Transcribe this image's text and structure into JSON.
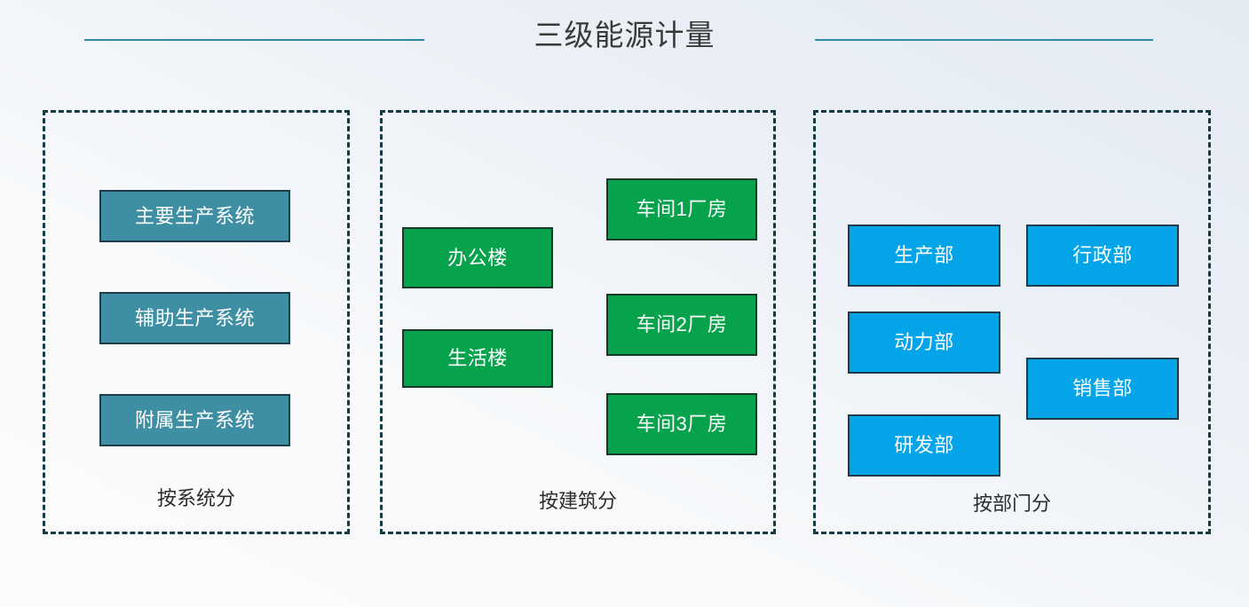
{
  "title": "三级能源计量",
  "theme": {
    "background_top_right": "#E5EBF3",
    "background_bottom_left": "#FCFCFD",
    "rule_color": "#3089A8",
    "panel_border_color": "#153A45",
    "node_teal": "#3F8FA4",
    "node_green": "#07A34C",
    "node_blue": "#04A4E8",
    "node_text": "#FFFFFF"
  },
  "panels": [
    {
      "id": "by-system",
      "caption": "按系统分",
      "color": "teal",
      "nodes": [
        {
          "label": "主要生产系统"
        },
        {
          "label": "辅助生产系统"
        },
        {
          "label": "附属生产系统"
        }
      ]
    },
    {
      "id": "by-building",
      "caption": "按建筑分",
      "color": "green",
      "nodes": [
        {
          "label": "办公楼"
        },
        {
          "label": "生活楼"
        },
        {
          "label": "车间1厂房"
        },
        {
          "label": "车间2厂房"
        },
        {
          "label": "车间3厂房"
        }
      ]
    },
    {
      "id": "by-department",
      "caption": "按部门分",
      "color": "blue",
      "nodes": [
        {
          "label": "生产部"
        },
        {
          "label": "动力部"
        },
        {
          "label": "研发部"
        },
        {
          "label": "行政部"
        },
        {
          "label": "销售部"
        }
      ]
    }
  ]
}
